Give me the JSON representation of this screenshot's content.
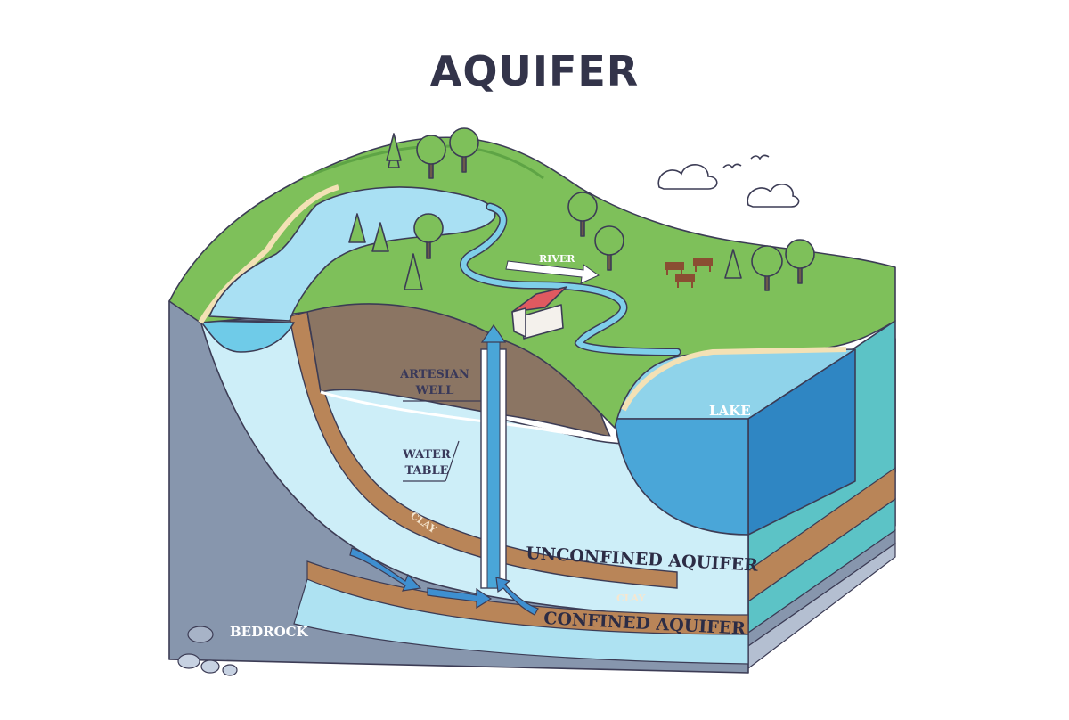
{
  "title": "AQUIFER",
  "labels": {
    "river": "RIVER",
    "lake": "LAKE",
    "artesian_well_line1": "ARTESIAN",
    "artesian_well_line2": "WELL",
    "water_table_line1": "WATER",
    "water_table_line2": "TABLE",
    "clay_upper": "CLAY",
    "clay_lower": "CLAY",
    "unconfined_aquifer": "UNCONFINED AQUIFER",
    "confined_aquifer": "CONFINED AQUIFER",
    "bedrock": "BEDROCK"
  },
  "colors": {
    "grass": "#7ec05a",
    "grass_dark": "#5ea445",
    "soil": "#8b7563",
    "clay": "#b98558",
    "water_light": "#cdeef8",
    "water_mid": "#8fd3ea",
    "lake_deep": "#2f86c3",
    "bedrock": "#8796ad",
    "teal_side": "#5cc3c6",
    "sand": "#f3e1b5",
    "outline": "#3c3c55"
  }
}
